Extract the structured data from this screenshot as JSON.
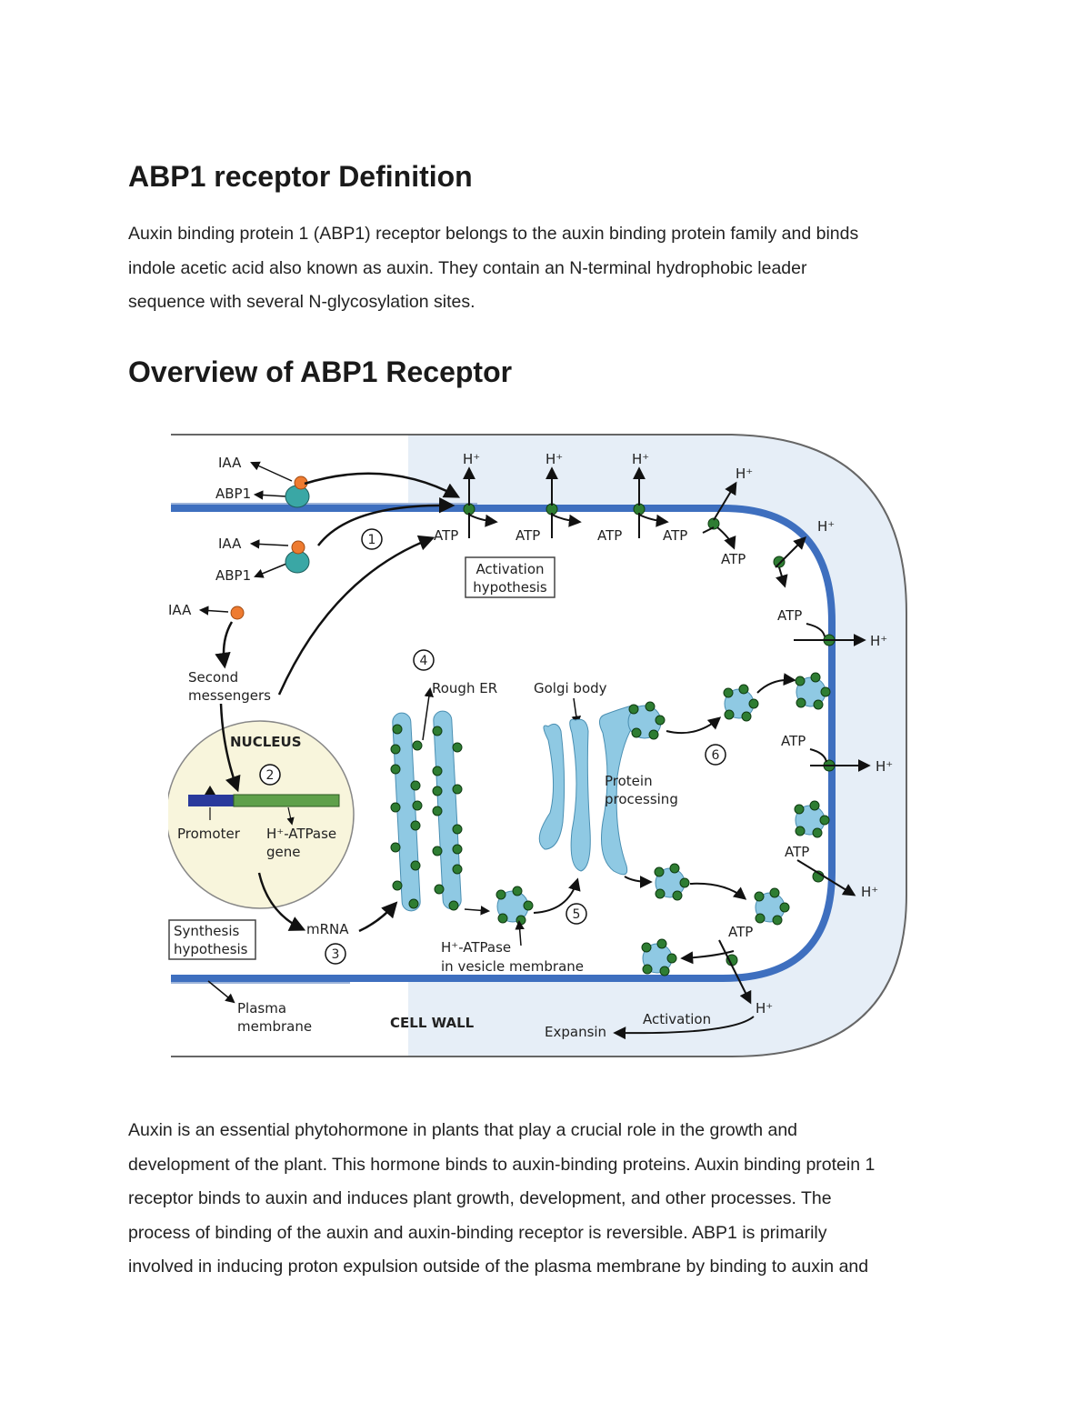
{
  "heading1": "ABP1 receptor Definition",
  "para1_lines": [
    "Auxin binding protein 1 (ABP1) receptor belongs to the auxin binding protein family and binds",
    "indole acetic acid also known as auxin. They contain an N-terminal hydrophobic leader",
    "sequence with several N-glycosylation sites."
  ],
  "heading2": "Overview of ABP1 Receptor",
  "figure": {
    "iaa": "IAA",
    "abp1": "ABP1",
    "h_plus": "H⁺",
    "atp": "ATP",
    "activation_hypothesis": [
      "Activation",
      "hypothesis"
    ],
    "synthesis_hypothesis": [
      "Synthesis",
      "hypothesis"
    ],
    "second_messengers": [
      "Second",
      "messengers"
    ],
    "nucleus": "NUCLEUS",
    "promoter": "Promoter",
    "atpase_gene": [
      "H⁺-ATPase",
      "gene"
    ],
    "mrna": "mRNA",
    "rough_er": "Rough ER",
    "golgi_body": "Golgi body",
    "protein_processing": [
      "Protein",
      "processing"
    ],
    "vesicle_membrane": [
      "H⁺-ATPase",
      "in vesicle membrane"
    ],
    "plasma_membrane": [
      "Plasma",
      "membrane"
    ],
    "cell_wall": "CELL WALL",
    "activation": "Activation",
    "expansin": "Expansin",
    "steps": [
      "1",
      "2",
      "3",
      "4",
      "5",
      "6"
    ],
    "colors": {
      "membrane": "#3e6fbf",
      "cytoplasm": "#ffffff",
      "cell_wall": "#e6eef7",
      "pump": "#2e7d32",
      "vesicle": "#8fc9e3",
      "iaa": "#ee7b30",
      "abp1": "#3aa7a5",
      "promoter": "#2a3a9c",
      "gene": "#5fa04a",
      "nucleus": "#f8f5dc"
    }
  },
  "para2_lines": [
    "Auxin is an essential phytohormone in plants that play a crucial role in the growth and",
    "development of the plant. This hormone binds to auxin-binding proteins. Auxin binding protein 1",
    "receptor binds to auxin and induces plant growth, development, and other processes. The",
    "process of binding of the auxin and auxin-binding receptor is reversible. ABP1 is primarily",
    "involved in inducing proton expulsion outside of the plasma membrane by binding to auxin and"
  ]
}
